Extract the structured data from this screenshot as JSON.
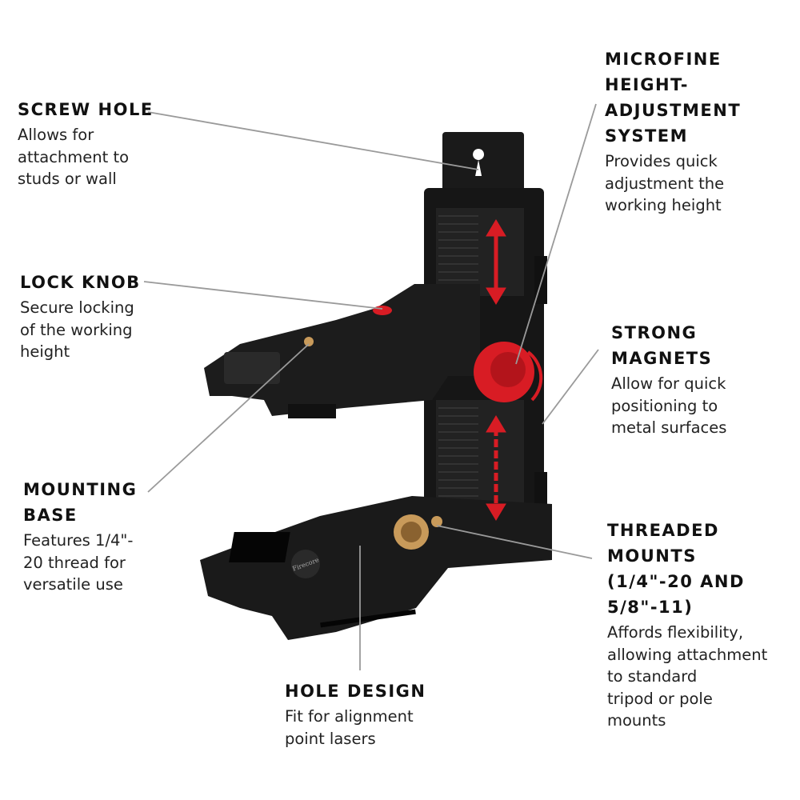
{
  "logo": "Firecore",
  "callouts": {
    "screw_hole": {
      "title": "SCREW HOLE",
      "lines": [
        "Allows for",
        "attachment to",
        "studs or wall"
      ]
    },
    "lock_knob": {
      "title": "LOCK KNOB",
      "lines": [
        "Secure locking",
        "of the working",
        "height"
      ]
    },
    "mounting_base": {
      "title_lines": [
        "MOUNTING",
        "BASE"
      ],
      "lines": [
        "Features 1/4\"-",
        "20 thread for",
        "versatile use"
      ]
    },
    "hole_design": {
      "title": "HOLE DESIGN",
      "lines": [
        "Fit for alignment",
        "point lasers"
      ]
    },
    "microfine": {
      "title_lines": [
        "MICROFINE",
        "HEIGHT-",
        "ADJUSTMENT",
        "SYSTEM"
      ],
      "lines": [
        "Provides quick",
        "adjustment the",
        "working height"
      ]
    },
    "strong_magnets": {
      "title_lines": [
        "STRONG",
        "MAGNETS"
      ],
      "lines": [
        "Allow for quick",
        "positioning to",
        "metal surfaces"
      ]
    },
    "threaded_mounts": {
      "title_lines": [
        "THREADED",
        "MOUNTS",
        "(1/4\"-20 AND",
        "5/8\"-11)"
      ],
      "lines": [
        "Affords flexibility,",
        "allowing attachment",
        "to standard",
        "tripod or pole",
        "mounts"
      ]
    }
  },
  "colors": {
    "accent": "#d81c24",
    "body": "#141414",
    "brass": "#c89a5a",
    "leader": "#9a9a9a"
  }
}
